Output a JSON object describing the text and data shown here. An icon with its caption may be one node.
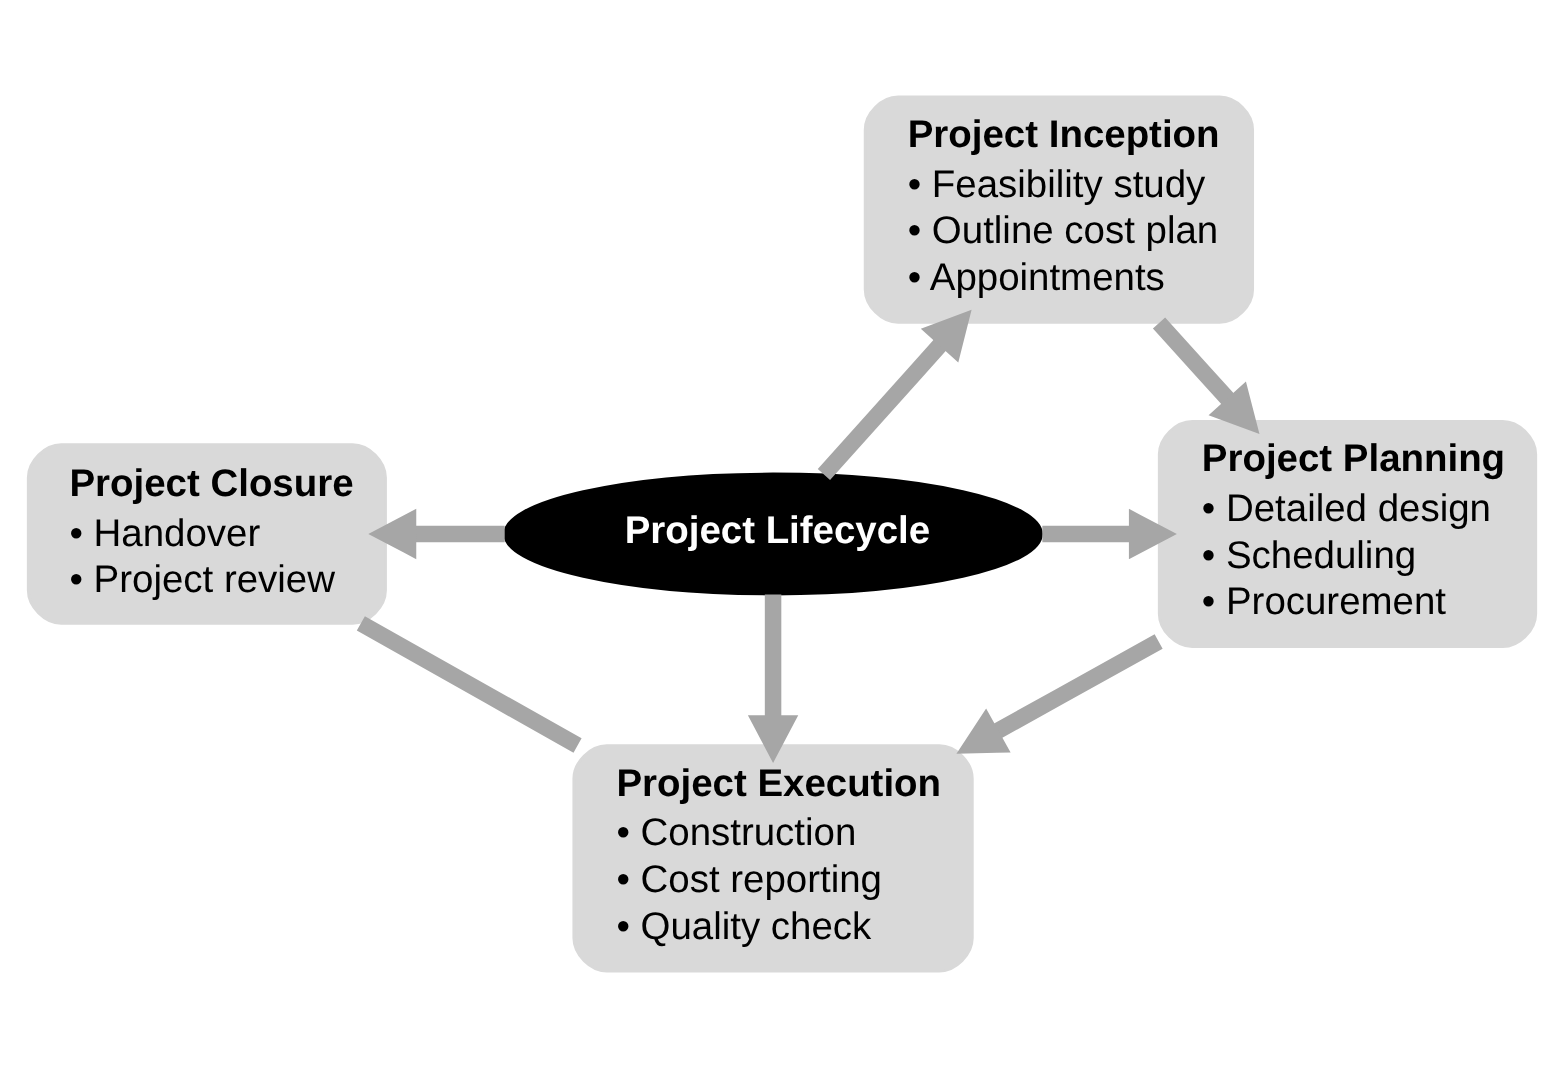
{
  "diagram": {
    "nodes": [
      {
        "text": [
          "Project Lifecycle"
        ]
      },
      {
        "text": [
          "Project Inception",
          "• Feasibility study",
          "• Outline cost plan",
          "• Appointments"
        ]
      },
      {
        "text": [
          "Project Planning",
          "• Detailed design",
          "• Scheduling",
          "• Procurement"
        ]
      },
      {
        "text": [
          "Project Execution",
          "• Construction",
          "• Cost reporting",
          "• Quality check"
        ]
      },
      {
        "text": [
          "Project Closure",
          "• Handover",
          "• Project review"
        ]
      }
    ],
    "edges": [
      {
        "from": 0,
        "to": 1,
        "arrow": "to"
      },
      {
        "from": 0,
        "to": 2,
        "arrow": "to"
      },
      {
        "from": 0,
        "to": 3,
        "arrow": "to"
      },
      {
        "from": 0,
        "to": 4,
        "arrow": "to"
      },
      {
        "from": 1,
        "to": 2,
        "arrow": "to"
      },
      {
        "from": 2,
        "to": 3,
        "arrow": "to"
      },
      {
        "from": 3,
        "to": 4,
        "arrow": "none"
      }
    ]
  }
}
